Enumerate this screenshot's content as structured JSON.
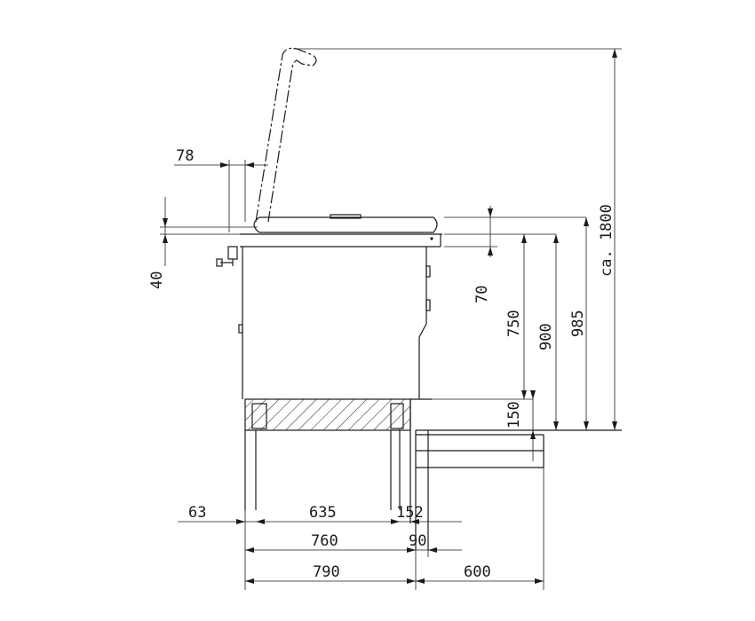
{
  "dimensions": {
    "top_offset": "78",
    "lid_thickness": "40",
    "worktop_to_top": "70",
    "worktop_height": "750",
    "overall_height_900": "900",
    "overall_height_985": "985",
    "open_lid_height": "ca. 1800",
    "plinth_height": "150",
    "front_overhang": "63",
    "inner_depth": "635",
    "rear_offset": "152",
    "depth_760": "760",
    "depth_90": "90",
    "total_depth": "790",
    "extension_depth": "600"
  }
}
